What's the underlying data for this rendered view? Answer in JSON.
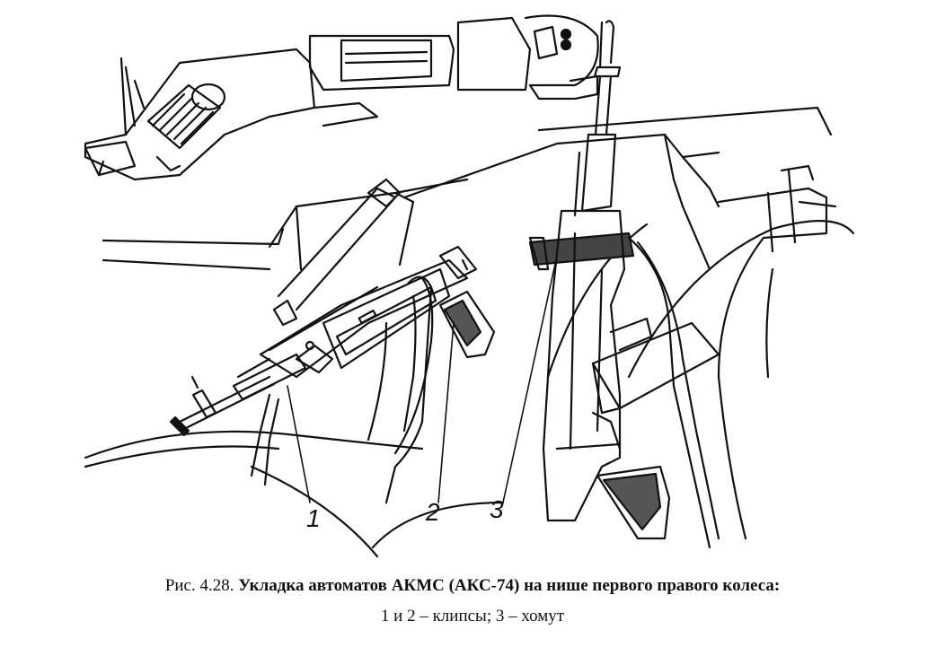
{
  "callouts": {
    "one": "1",
    "two": "2",
    "three": "3"
  },
  "caption": {
    "prefix": "Рис. 4.28.",
    "title": "Укладка автоматов АКМС (АКС-74) на нише первого правого колеса:",
    "legend": "1 и 2 – клипсы; 3 – хомут"
  }
}
